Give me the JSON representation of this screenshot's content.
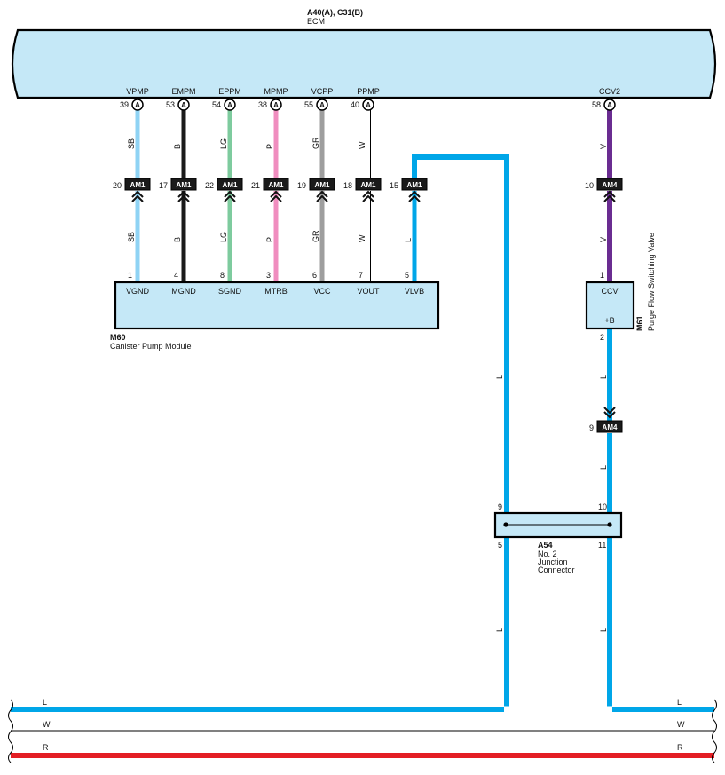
{
  "ecm": {
    "connector_ids": "A40(A), C31(B)",
    "name": "ECM"
  },
  "colors": {
    "SB": "#8fd3f4",
    "B": "#1a1a1a",
    "LG": "#7ecb9e",
    "P": "#f08dbf",
    "GR": "#9e9e9e",
    "W": "#ffffff",
    "L": "#00a6e8",
    "V": "#6a2c91",
    "R": "#e31e24",
    "box_fill": "#c5e8f7"
  },
  "ecm_pins": [
    {
      "name": "VPMP",
      "pin": "39",
      "conn": "A",
      "color": "SB",
      "am_pin": "20",
      "am_conn": "AM1",
      "bottom_color": "SB",
      "module_pin": "1",
      "module_label": "VGND"
    },
    {
      "name": "EMPM",
      "pin": "53",
      "conn": "A",
      "color": "B",
      "am_pin": "17",
      "am_conn": "AM1",
      "bottom_color": "B",
      "module_pin": "4",
      "module_label": "MGND"
    },
    {
      "name": "EPPM",
      "pin": "54",
      "conn": "A",
      "color": "LG",
      "am_pin": "22",
      "am_conn": "AM1",
      "bottom_color": "LG",
      "module_pin": "8",
      "module_label": "SGND"
    },
    {
      "name": "MPMP",
      "pin": "38",
      "conn": "A",
      "color": "P",
      "am_pin": "21",
      "am_conn": "AM1",
      "bottom_color": "P",
      "module_pin": "3",
      "module_label": "MTRB"
    },
    {
      "name": "VCPP",
      "pin": "55",
      "conn": "A",
      "color": "GR",
      "am_pin": "19",
      "am_conn": "AM1",
      "bottom_color": "GR",
      "module_pin": "6",
      "module_label": "VCC"
    },
    {
      "name": "PPMP",
      "pin": "40",
      "conn": "A",
      "color": "W",
      "am_pin": "18",
      "am_conn": "AM1",
      "bottom_color": "W",
      "module_pin": "7",
      "module_label": "VOUT"
    },
    {
      "name": "",
      "pin": "",
      "conn": "",
      "color": "",
      "am_pin": "15",
      "am_conn": "AM1",
      "bottom_color": "L",
      "module_pin": "5",
      "module_label": "VLVB"
    }
  ],
  "ccv2": {
    "name": "CCV2",
    "pin": "58",
    "conn": "A",
    "color": "V",
    "am_pin": "10",
    "am_conn": "AM4",
    "bottom_color": "V",
    "module_pin": "1"
  },
  "m60": {
    "code": "M60",
    "name": "Canister Pump Module"
  },
  "m61": {
    "code": "M61",
    "name": "Purge Flow Switching Valve",
    "pin_label": "CCV",
    "plus_label": "+B",
    "out_pin": "2",
    "wire_color": "L"
  },
  "am4_lower": {
    "pin": "9",
    "conn": "AM4"
  },
  "a54": {
    "code": "A54",
    "name_lines": [
      "No. 2",
      "Junction",
      "Connector"
    ],
    "pin_tl": "9",
    "pin_tr": "10",
    "pin_bl": "5",
    "pin_br": "11"
  },
  "left_riser": {
    "color": "L"
  },
  "bus_lines": [
    {
      "color": "L",
      "left_label": "L",
      "right_label": "L"
    },
    {
      "color": "W",
      "left_label": "W",
      "right_label": "W"
    },
    {
      "color": "R",
      "left_label": "R",
      "right_label": "R"
    }
  ],
  "wire_mid_labels": {
    "a54_left_above": "L",
    "a54_left_below": "L",
    "right_mid": "L",
    "right_after_am4": "L",
    "right_below": "L"
  }
}
